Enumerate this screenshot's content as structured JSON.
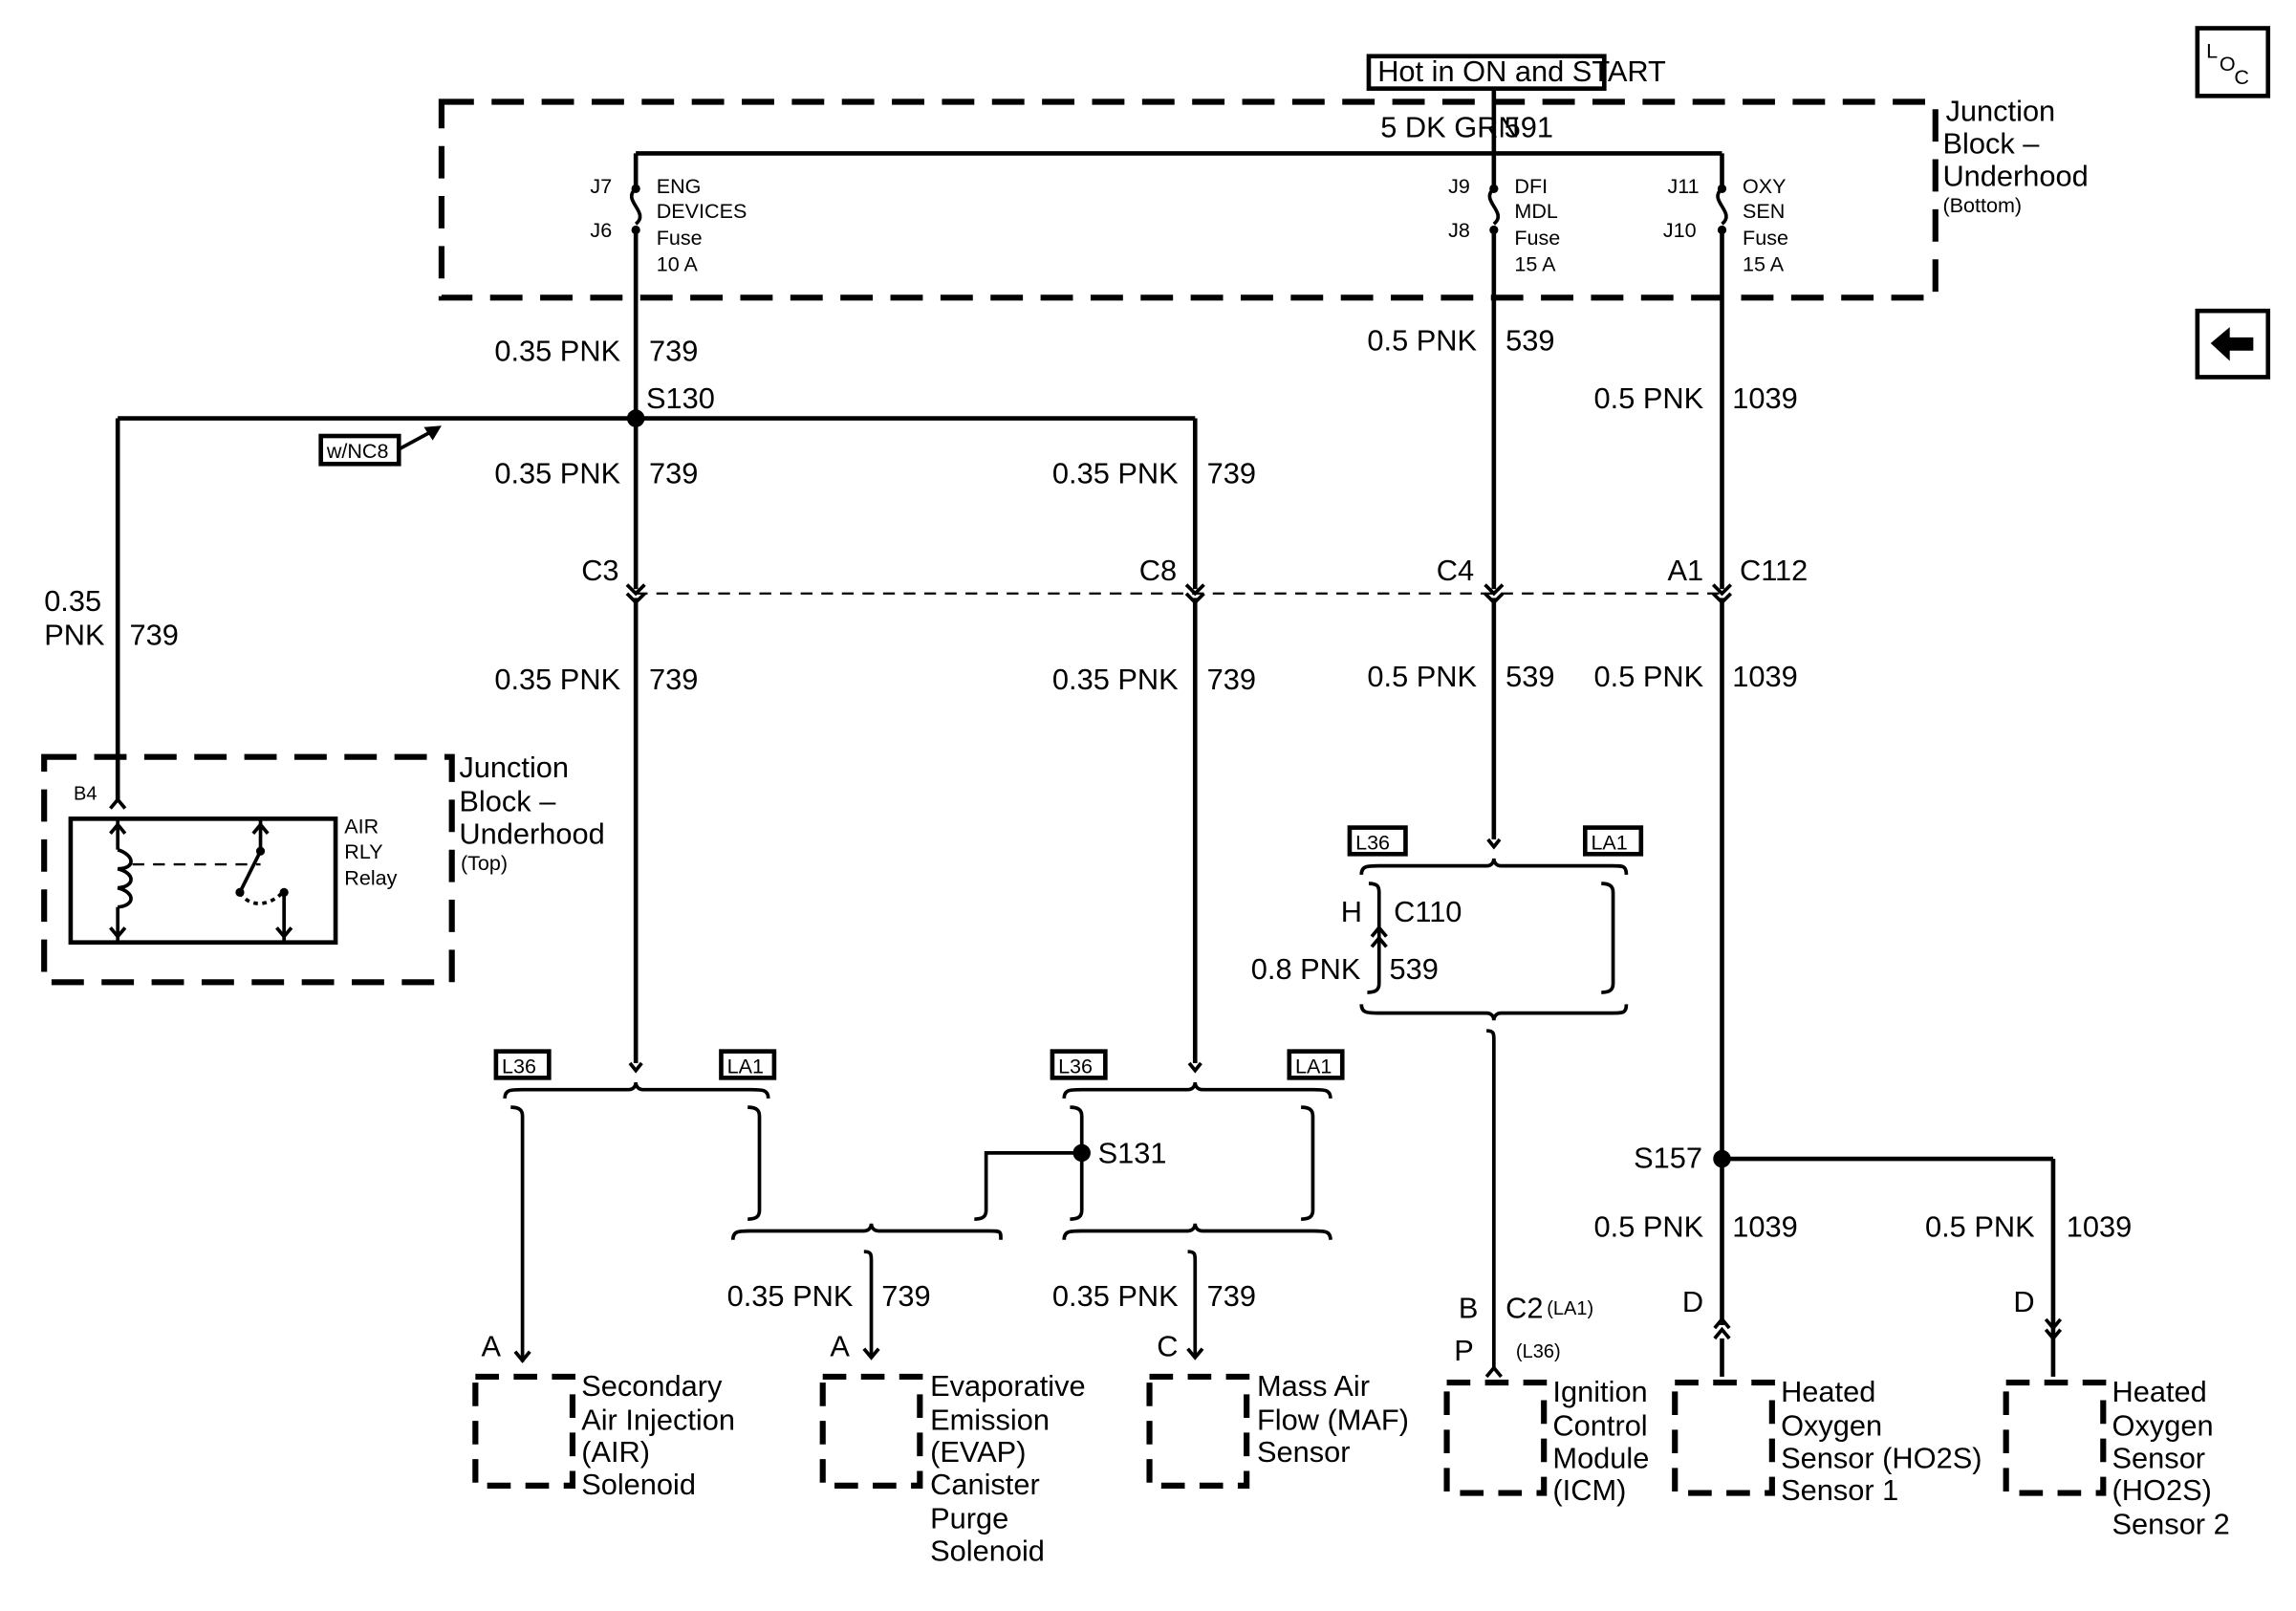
{
  "power_label": "Hot in ON and START",
  "feed": {
    "size": "5 DK GRN",
    "circuit": "591"
  },
  "jb_bottom": {
    "title_1": "Junction",
    "title_2": "Block –",
    "title_3": "Underhood",
    "sub": "(Bottom)"
  },
  "jb_top": {
    "title_1": "Junction",
    "title_2": "Block –",
    "title_3": "Underhood",
    "sub": "(Top)"
  },
  "fuses": [
    {
      "pin_in": "J7",
      "pin_out": "J6",
      "l1": "ENG",
      "l2": "DEVICES",
      "l3": "Fuse",
      "l4": "10 A"
    },
    {
      "pin_in": "J9",
      "pin_out": "J8",
      "l1": "DFI",
      "l2": "MDL",
      "l3": "Fuse",
      "l4": "15 A"
    },
    {
      "pin_in": "J11",
      "pin_out": "J10",
      "l1": "OXY",
      "l2": "SEN",
      "l3": "Fuse",
      "l4": "15 A"
    }
  ],
  "wires": {
    "pnk035": "0.35 PNK",
    "pnk05": "0.5 PNK",
    "pnk08": "0.8 PNK",
    "pnk035_a": "0.35",
    "pnk035_b": "PNK",
    "c739": "739",
    "c539": "539",
    "c1039": "1039"
  },
  "splices": {
    "s130": "S130",
    "s131": "S131",
    "s157": "S157"
  },
  "options": {
    "wnc8": "w/NC8",
    "l36": "L36",
    "la1": "LA1",
    "l36p": "(L36)",
    "la1p": "(LA1)"
  },
  "connectors": {
    "c3": "C3",
    "c8": "C8",
    "c4": "C4",
    "a1": "A1",
    "c112": "C112",
    "h": "H",
    "c110": "C110",
    "b": "B",
    "c2": "C2",
    "p": "P",
    "a": "A",
    "c": "C",
    "d": "D"
  },
  "relay": {
    "pin": "B4",
    "l1": "AIR",
    "l2": "RLY",
    "l3": "Relay"
  },
  "components": {
    "air_sol": [
      "Secondary",
      "Air Injection",
      "(AIR)",
      "Solenoid"
    ],
    "evap": [
      "Evaporative",
      "Emission",
      "(EVAP)",
      "Canister",
      "Purge",
      "Solenoid"
    ],
    "maf": [
      "Mass Air",
      "Flow (MAF)",
      "Sensor"
    ],
    "icm": [
      "Ignition",
      "Control",
      "Module",
      "(ICM)"
    ],
    "ho2s1": [
      "Heated",
      "Oxygen",
      "Sensor (HO2S)",
      "Sensor 1"
    ],
    "ho2s2": [
      "Heated",
      "Oxygen",
      "Sensor",
      "(HO2S)",
      "Sensor 2"
    ]
  },
  "loc_icon": {
    "l": "L",
    "o": "O",
    "c": "C"
  }
}
